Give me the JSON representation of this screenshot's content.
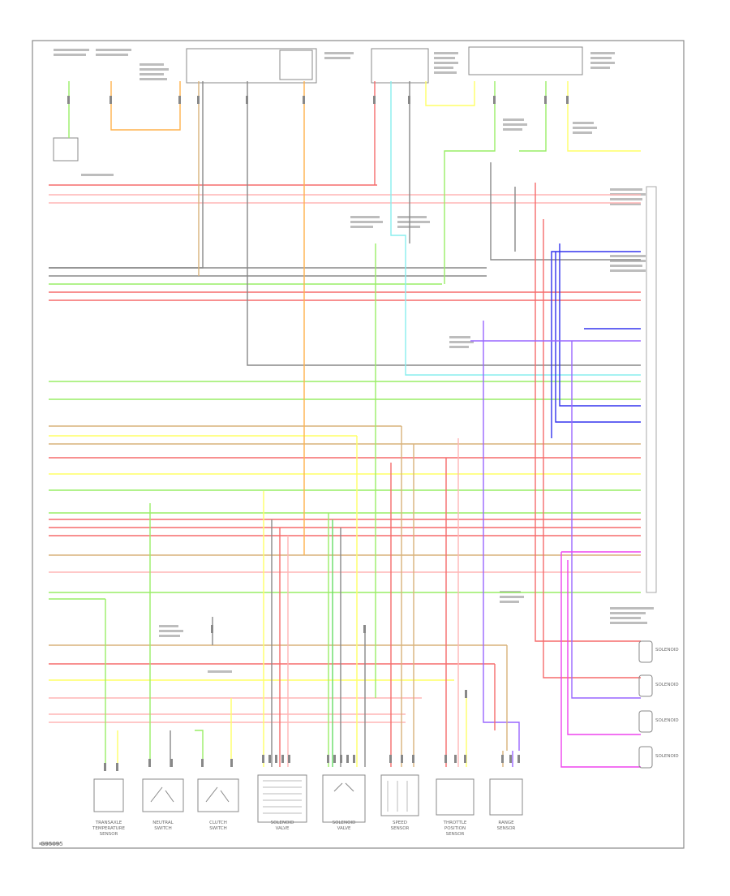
{
  "diagram": {
    "footer_code": "G95095",
    "colors": {
      "red": "#f66b6b",
      "pink": "#ffb6b6",
      "orange": "#ffb24d",
      "tan": "#d9b27a",
      "yellow": "#ffff66",
      "ltgreen": "#99ee66",
      "green": "#66dd66",
      "cyan": "#88eeee",
      "blue": "#3333ee",
      "violet": "#9966ff",
      "magenta": "#ee44ee",
      "gray": "#888888",
      "frame": "#777777"
    },
    "bottom_components": [
      {
        "label": "TRANSAXLE\nTEMPERATURE\nSENSOR"
      },
      {
        "label": "NEUTRAL\nSWITCH"
      },
      {
        "label": "CLUTCH\nSWITCH"
      },
      {
        "label": "SOLENOID\nVALVE"
      },
      {
        "label": "SOLENOID\nVALVE"
      },
      {
        "label": "SPEED\nSENSOR"
      },
      {
        "label": "THROTTLE\nPOSITION\nSENSOR"
      },
      {
        "label": "RANGE\nSENSOR"
      }
    ],
    "right_components": [
      {
        "label": "SOLENOID"
      },
      {
        "label": "SOLENOID"
      },
      {
        "label": "SOLENOID"
      },
      {
        "label": "SOLENOID"
      }
    ]
  }
}
